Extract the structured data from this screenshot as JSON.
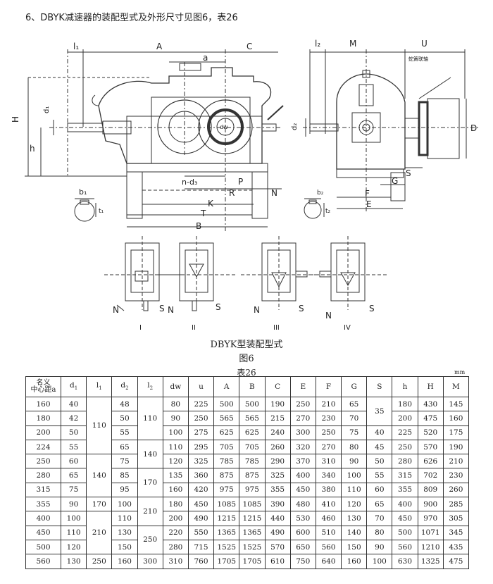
{
  "heading": "6、DBYK减速器的装配型式及外形尺寸见图6，表26",
  "drawing": {
    "labels": {
      "A": "A",
      "C": "C",
      "a": "a",
      "l1": "l₁",
      "l2": "l₂",
      "M": "M",
      "U": "U",
      "H": "H",
      "h": "h",
      "d1": "d₁",
      "dw": "dw",
      "d2": "d₂",
      "D": "D",
      "b1": "b₁",
      "b2": "b₂",
      "t1": "t₁",
      "t2": "t₂",
      "nd3": "n-d₃",
      "P": "P",
      "R": "R",
      "N": "N",
      "K": "K",
      "T": "T",
      "B": "B",
      "F": "F",
      "E": "E",
      "G": "G",
      "S": "S",
      "coupling": "蛇簧联轴"
    },
    "forms": [
      {
        "roman": "I",
        "n": "N",
        "s": "S"
      },
      {
        "roman": "II",
        "n": "N",
        "s": "S"
      },
      {
        "roman": "III",
        "n": "N",
        "s": "S"
      },
      {
        "roman": "IV",
        "n": "N",
        "s": "S"
      }
    ]
  },
  "caption_forms": "DBYK型装配型式",
  "caption_figure": "图6",
  "table_caption": "表26",
  "unit": "mm",
  "table": {
    "headers": [
      "名义\n中心距a",
      "d1",
      "l1",
      "d2",
      "l2",
      "dw",
      "u",
      "A",
      "B",
      "C",
      "E",
      "F",
      "G",
      "S",
      "h",
      "H",
      "M"
    ],
    "rows": [
      [
        "160",
        "40",
        "110",
        "48",
        "110",
        "80",
        "225",
        "500",
        "500",
        "190",
        "250",
        "210",
        "65",
        "35",
        "180",
        "430",
        "145"
      ],
      [
        "180",
        "42",
        "",
        "50",
        "",
        "90",
        "250",
        "565",
        "565",
        "215",
        "270",
        "230",
        "70",
        "",
        "200",
        "475",
        "160"
      ],
      [
        "200",
        "50",
        "",
        "55",
        "",
        "100",
        "275",
        "625",
        "625",
        "240",
        "300",
        "250",
        "75",
        "40",
        "225",
        "520",
        "175"
      ],
      [
        "224",
        "55",
        "",
        "65",
        "140",
        "110",
        "295",
        "705",
        "705",
        "260",
        "320",
        "270",
        "80",
        "45",
        "250",
        "570",
        "190"
      ],
      [
        "250",
        "60",
        "140",
        "75",
        "",
        "120",
        "325",
        "785",
        "785",
        "290",
        "370",
        "310",
        "90",
        "50",
        "280",
        "626",
        "210"
      ],
      [
        "280",
        "65",
        "",
        "85",
        "170",
        "135",
        "360",
        "875",
        "875",
        "325",
        "400",
        "340",
        "100",
        "55",
        "315",
        "702",
        "230"
      ],
      [
        "315",
        "75",
        "",
        "95",
        "",
        "160",
        "420",
        "975",
        "975",
        "355",
        "450",
        "380",
        "110",
        "60",
        "355",
        "809",
        "260"
      ],
      [
        "355",
        "90",
        "170",
        "100",
        "210",
        "180",
        "450",
        "1085",
        "1085",
        "390",
        "480",
        "410",
        "120",
        "65",
        "400",
        "900",
        "285"
      ],
      [
        "400",
        "100",
        "210",
        "110",
        "",
        "200",
        "490",
        "1215",
        "1215",
        "440",
        "530",
        "460",
        "130",
        "70",
        "450",
        "970",
        "305"
      ],
      [
        "450",
        "110",
        "",
        "130",
        "250",
        "220",
        "550",
        "1365",
        "1365",
        "490",
        "600",
        "510",
        "140",
        "80",
        "500",
        "1071",
        "345"
      ],
      [
        "500",
        "120",
        "",
        "150",
        "",
        "280",
        "715",
        "1525",
        "1525",
        "570",
        "650",
        "560",
        "150",
        "90",
        "560",
        "1210",
        "435"
      ],
      [
        "560",
        "130",
        "250",
        "160",
        "300",
        "310",
        "760",
        "1705",
        "1705",
        "610",
        "750",
        "640",
        "160",
        "100",
        "630",
        "1325",
        "475"
      ]
    ]
  }
}
